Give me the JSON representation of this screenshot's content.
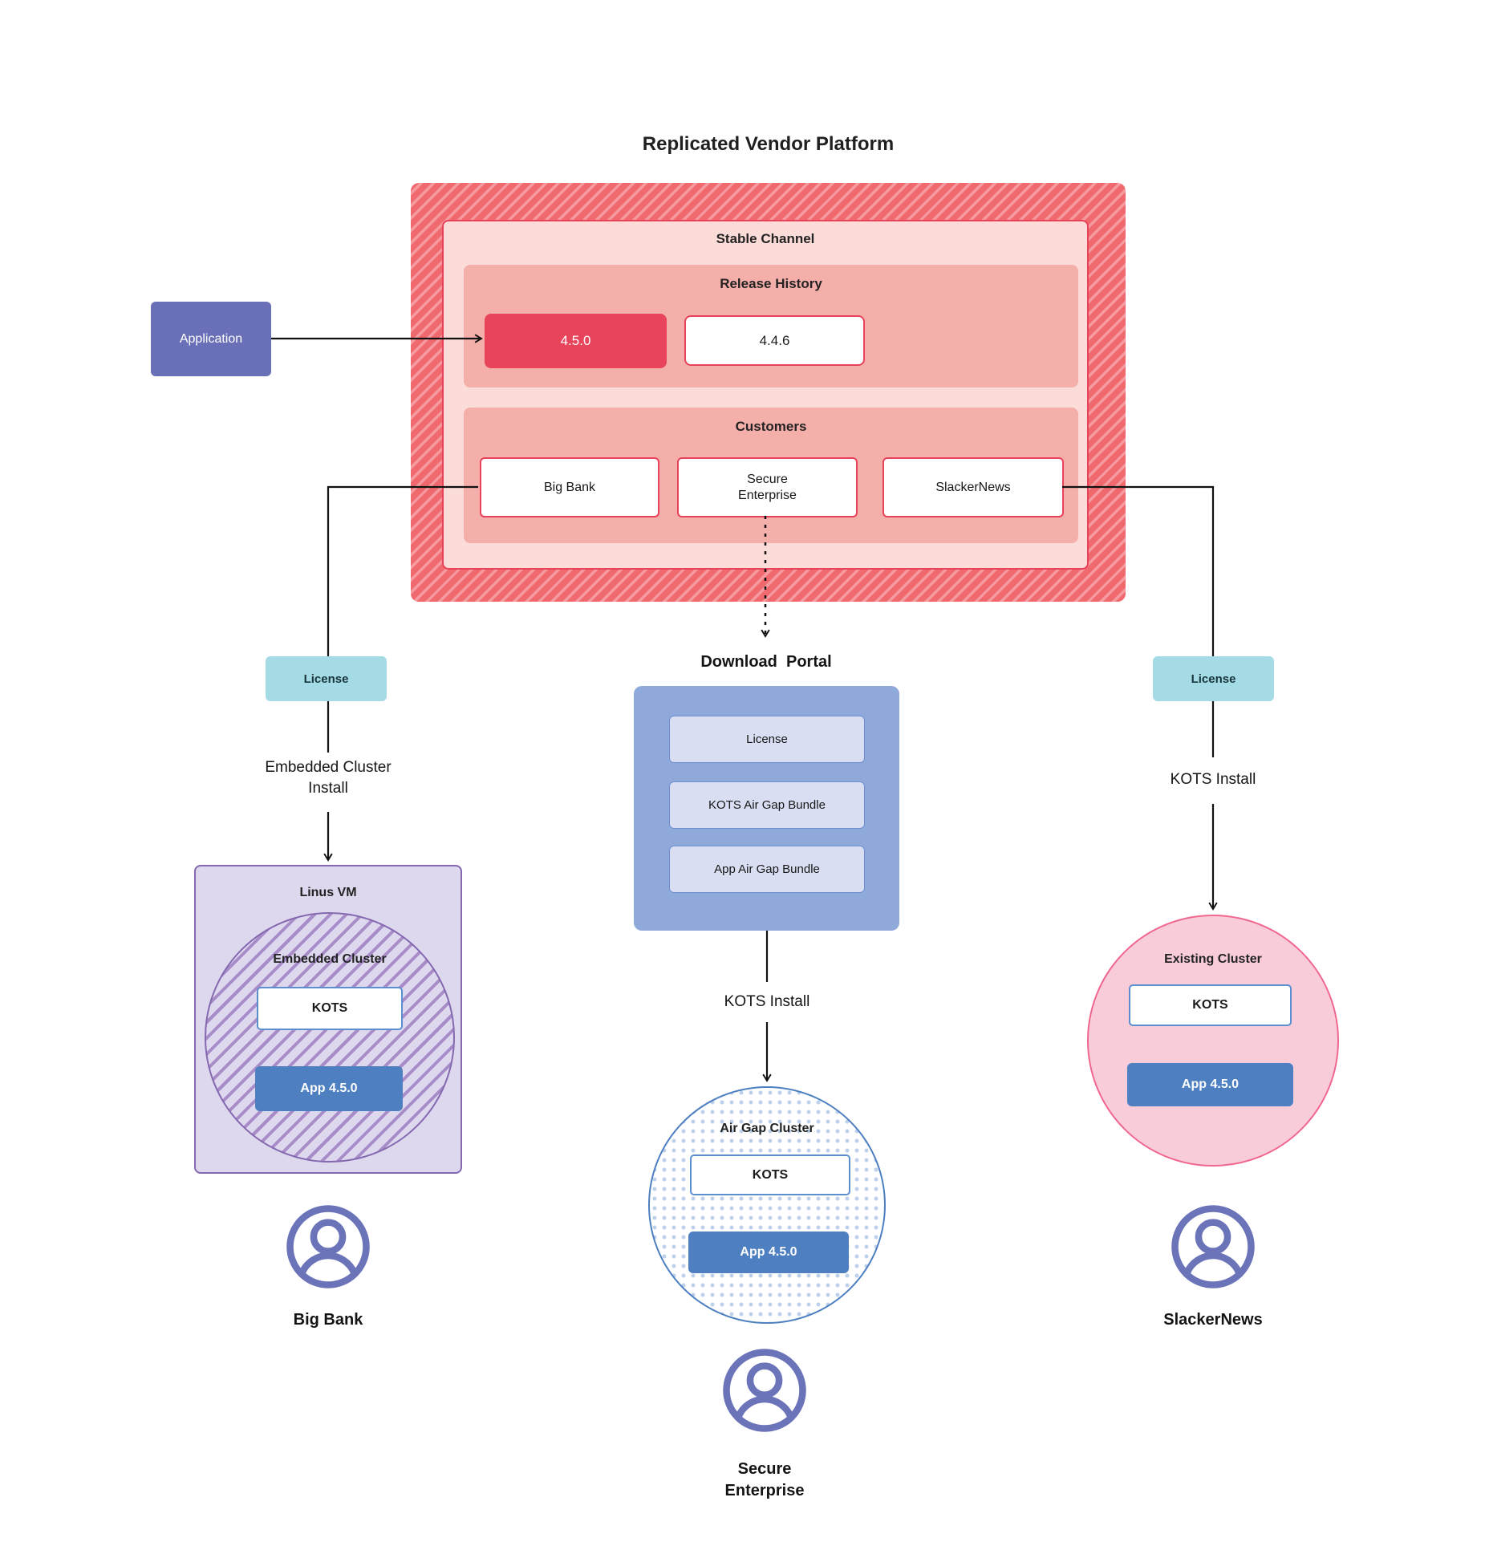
{
  "title": "Replicated Vendor Platform",
  "platform": {
    "stable_channel_label": "Stable Channel",
    "release_history": {
      "label": "Release History",
      "releases": [
        {
          "version": "4.5.0"
        },
        {
          "version": "4.4.6"
        }
      ]
    },
    "customers": {
      "label": "Customers",
      "items": [
        {
          "name": "Big Bank"
        },
        {
          "name": "Secure Enterprise"
        },
        {
          "name": "SlackerNews"
        }
      ]
    }
  },
  "application": {
    "label": "Application"
  },
  "left_flow": {
    "license_label": "License",
    "install_label": "Embedded Cluster Install",
    "vm_label": "Linus VM",
    "cluster_label": "Embedded Cluster",
    "kots_label": "KOTS",
    "app_label": "App 4.5.0",
    "user_label": "Big Bank"
  },
  "center_flow": {
    "portal_label": "Download  Portal",
    "portal_items": [
      {
        "label": "License"
      },
      {
        "label": "KOTS Air Gap Bundle"
      },
      {
        "label": "App Air Gap Bundle"
      }
    ],
    "install_label": "KOTS Install",
    "cluster_label": "Air Gap Cluster",
    "kots_label": "KOTS",
    "app_label": "App 4.5.0",
    "user_label": "Secure Enterprise"
  },
  "right_flow": {
    "license_label": "License",
    "install_label": "KOTS Install",
    "cluster_label": "Existing Cluster",
    "kots_label": "KOTS",
    "app_label": "App 4.5.0",
    "user_label": "SlackerNews"
  },
  "colors": {
    "red_base": "#f0696e",
    "red_stripe": "#f59a9e",
    "stable_fill": "#fcdcd8",
    "panel_fill": "#f5afab",
    "release_highlight": "#e8455c",
    "red_border": "#e8415a",
    "purple_box": "#ded8ee",
    "purple_border": "#8468b0",
    "purple_stripe": "#a78cc8",
    "blue_app": "#4d7fc1",
    "blue_border": "#5b8fd0",
    "portal_fill": "#8fa9da",
    "portal_item_fill": "#dadef3",
    "teal": "#a5dbe5",
    "pink_fill": "#f9ccd9",
    "pink_border": "#f0678f",
    "indigo": "#6a70b8",
    "user_icon": "#6b73b9"
  }
}
